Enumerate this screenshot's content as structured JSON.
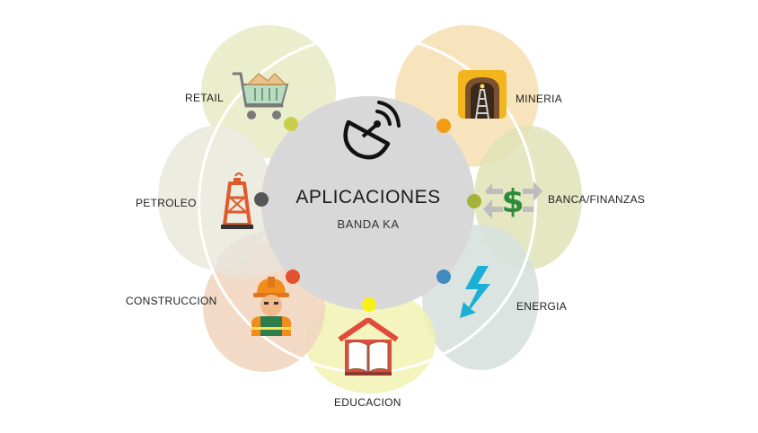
{
  "center": {
    "title": "APLICACIONES",
    "subtitle": "BANDA KA",
    "icon": "satellite-dish-icon"
  },
  "sectors": [
    {
      "id": "retail",
      "label": "RETAIL",
      "icon": "shopping-cart-icon",
      "dot_color": "#c9cf4a"
    },
    {
      "id": "mineria",
      "label": "MINERIA",
      "icon": "mine-tunnel-icon",
      "dot_color": "#f39c12"
    },
    {
      "id": "banca",
      "label": "BANCA/FINANZAS",
      "icon": "money-exchange-icon",
      "dot_color": "#a4b43a"
    },
    {
      "id": "energia",
      "label": "ENERGIA",
      "icon": "lightning-bolt-icon",
      "dot_color": "#3f8bbd"
    },
    {
      "id": "educacion",
      "label": "EDUCACION",
      "icon": "school-book-icon",
      "dot_color": "#f7f01a"
    },
    {
      "id": "construccion",
      "label": "CONSTRUCCION",
      "icon": "construction-worker-icon",
      "dot_color": "#e2522d"
    },
    {
      "id": "petroleo",
      "label": "PETROLEO",
      "icon": "oil-rig-icon",
      "dot_color": "#555555"
    }
  ],
  "colors": {
    "center_fill": "#d8d8d8",
    "petal_retail": "#e9ecc7",
    "petal_mineria": "#f6dfb0",
    "petal_banca": "#dfe3b6",
    "petal_energia": "#d7e1dd",
    "petal_educacion": "#f1f2b3",
    "petal_construccion": "#f1d6c1",
    "petal_petroleo": "#ebebdf"
  }
}
